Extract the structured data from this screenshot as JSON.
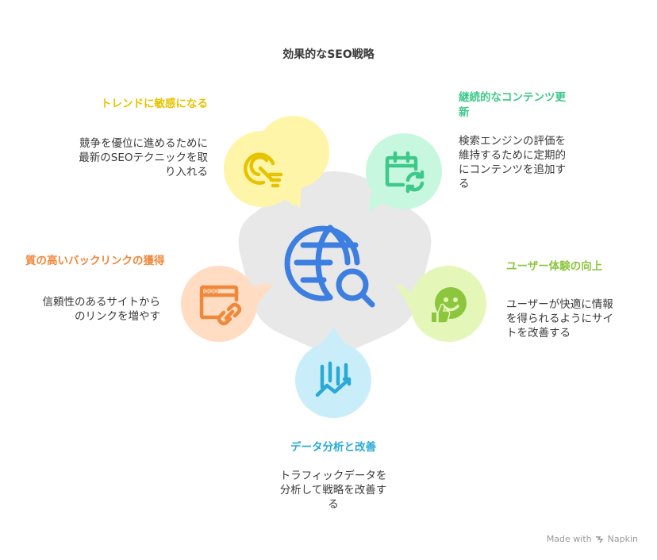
{
  "title": "効果的なSEO戦略",
  "center_icon": "globe-search-icon",
  "items": [
    {
      "id": "trend",
      "heading": "トレンドに敏感になる",
      "description": "競争を優位に進めるために最新のSEOテクニックを取り入れる",
      "description_lines": [
        "競争を優位に進めるために",
        "最新のSEOテクニックを取",
        "り入れる"
      ],
      "color": "#e6c300",
      "fill": "#fff5a8",
      "icon": "radar-trend-icon"
    },
    {
      "id": "content",
      "heading": "継続的なコンテンツ更新",
      "heading_lines": [
        "継続的なコンテンツ更",
        "新"
      ],
      "description": "検索エンジンの評価を維持するために定期的にコンテンツを追加する",
      "description_lines": [
        "検索エンジンの評価を",
        "維持するために定期的",
        "にコンテンツを追加す",
        "る"
      ],
      "color": "#3ec98a",
      "fill": "#c8f7e0",
      "icon": "calendar-refresh-icon"
    },
    {
      "id": "ux",
      "heading": "ユーザー体験の向上",
      "description": "ユーザーが快適に情報を得られるようにサイトを改善する",
      "description_lines": [
        "ユーザーが快適に情報",
        "を得られるようにサイ",
        "トを改善する"
      ],
      "color": "#8cc63f",
      "fill": "#e4f7b8",
      "icon": "smile-thumbs-up-icon"
    },
    {
      "id": "data",
      "heading": "データ分析と改善",
      "description": "トラフィックデータを分析して戦略を改善する",
      "description_lines": [
        "トラフィックデータを",
        "分析して戦略を改善す",
        "る"
      ],
      "color": "#29a9d6",
      "fill": "#c9eefa",
      "icon": "analytics-trend-icon"
    },
    {
      "id": "backlink",
      "heading": "質の高いバックリンクの獲得",
      "description": "信頼性のあるサイトからのリンクを増やす",
      "description_lines": [
        "信頼性のあるサイトから",
        "のリンクを増やす"
      ],
      "color": "#f0873a",
      "fill": "#ffdcc2",
      "icon": "browser-link-icon"
    }
  ],
  "watermark": {
    "prefix": "Made with",
    "brand": "Napkin"
  }
}
